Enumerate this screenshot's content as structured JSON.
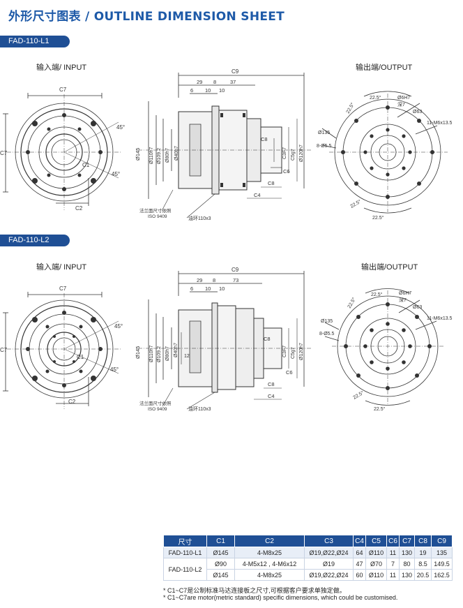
{
  "header": {
    "title": "外形尺寸图表 / OUTLINE DIMENSION SHEET"
  },
  "sections": [
    {
      "model": "FAD-110-L1",
      "input_label": "输入端/ INPUT",
      "output_label": "输出端/OUTPUT",
      "front_dims": {
        "c7_top": "C7",
        "c7_left": "C7",
        "c2": "C2",
        "c1": "C1",
        "angle_a": "45°",
        "angle_b": "45°"
      },
      "side_dims": {
        "c9": "C9",
        "d29": "29",
        "d8": "8",
        "d37": "37",
        "d6": "6",
        "d10a": "10",
        "d10b": "10",
        "d145": "Ø145",
        "d110": "Ø110h7",
        "d109": "Ø109.2",
        "d80": "Ø80h7",
        "d40": "Ø40h7",
        "c5": "C5g7",
        "c3": "C3F7",
        "d120": "Ø120h7",
        "c8a": "C8",
        "c6": "C6",
        "c8b": "C8",
        "c4": "C4",
        "note_flange": "法兰面尺寸依照\nISO 9409",
        "note_ring": "油环110x3"
      },
      "output_dims": {
        "a1": "22.5°",
        "a2": "22.5°",
        "a3": "22.5°",
        "a4": "22.5°",
        "pin": "Ø6H7",
        "pin_depth": "深7",
        "d63": "Ø63",
        "d135": "Ø135",
        "holes": "8-Ø5.5",
        "threads": "11-M6x13.5"
      }
    },
    {
      "model": "FAD-110-L2",
      "input_label": "输入端/ INPUT",
      "output_label": "输出端/OUTPUT",
      "front_dims": {
        "c7_top": "C7",
        "c7_left": "C7",
        "c2": "C2",
        "c1": "C1",
        "angle_a": "45°",
        "angle_b": "45°"
      },
      "side_dims": {
        "c9": "C9",
        "d29": "29",
        "d8": "8",
        "d73": "73",
        "d6": "6",
        "d10a": "10",
        "d10b": "10",
        "d145": "Ø145",
        "d110": "Ø110h7",
        "d109": "Ø109.2",
        "d80": "Ø80h7",
        "d40": "Ø40h7",
        "d12": "12",
        "c5": "C5g7",
        "c3": "C3F7",
        "d120": "Ø120h7",
        "c8a": "C8",
        "c6": "C6",
        "c8b": "C8",
        "c4": "C4",
        "note_flange": "法兰面尺寸依照\nISO 9409",
        "note_ring": "油环110x3"
      },
      "output_dims": {
        "a1": "22.5°",
        "a2": "22.5°",
        "a3": "22.5°",
        "a4": "22.5°",
        "pin": "Ø6H7",
        "pin_depth": "深7",
        "d63": "Ø63",
        "d135": "Ø135",
        "holes": "8-Ø5.5",
        "threads": "11-M6x13.5"
      }
    }
  ],
  "table": {
    "headers": [
      "尺寸",
      "C1",
      "C2",
      "C3",
      "C4",
      "C5",
      "C6",
      "C7",
      "C8",
      "C9"
    ],
    "rows": [
      [
        "FAD-110-L1",
        "Ø145",
        "4-M8x25",
        "Ø19,Ø22,Ø24",
        "64",
        "Ø110",
        "11",
        "130",
        "19",
        "135"
      ],
      [
        "FAD-110-L2",
        "Ø90",
        "4-M5x12 , 4-M6x12",
        "Ø19",
        "47",
        "Ø70",
        "7",
        "80",
        "8.5",
        "149.5"
      ],
      [
        "",
        "Ø145",
        "4-M8x25",
        "Ø19,Ø22,Ø24",
        "60",
        "Ø110",
        "11",
        "130",
        "20.5",
        "162.5"
      ]
    ]
  },
  "notes": [
    "* C1~C7是公制标准马达连接板之尺寸,可根据客户要求单独定做。",
    "* C1~C7are motor(metric standard)  specific dimensions, which could be customised."
  ]
}
